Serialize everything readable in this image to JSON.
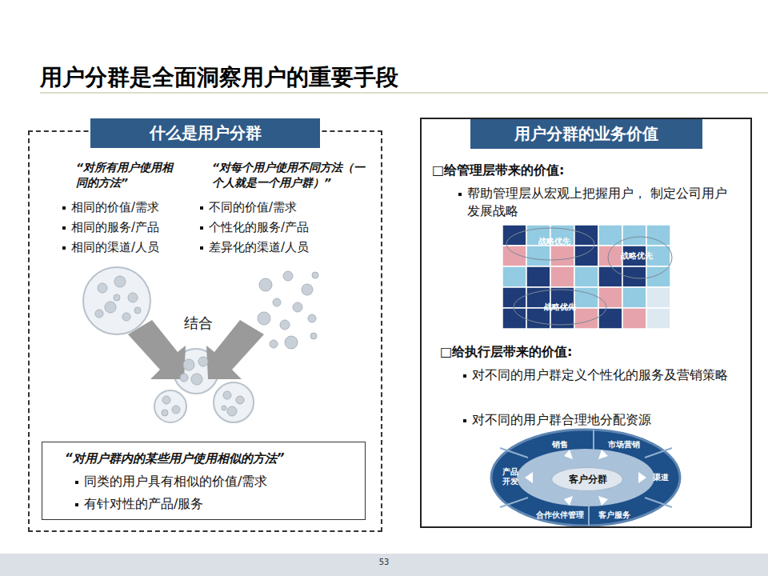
{
  "diagram": {
    "title": "用户分群是全面洞察用户的重要手段",
    "nodes": [
      {
        "text": [
          "什么是用户分群",
          "“对所有用户使用相同的方法”",
          "相同的价值/需求",
          "相同的服务/产品",
          "相同的渠道/人员",
          "“对每个用户使用不同方法（一个人就是一个用户群）”",
          "不同的价值/需求",
          "个性化的服务/产品",
          "差异化的渠道/人员"
        ]
      },
      {
        "text": [
          "“对用户群内的某些用户使用相似的方法”",
          "同类的用户具有相似的价值/需求",
          "有针对性的产品/服务"
        ],
        "in": 0
      },
      {
        "text": [
          "用户分群的业务价值",
          "□给管理层带来的价值:",
          "帮助管理层从宏观上把握用户， 制定公司用户发展战略",
          "□给执行层带来的价值:",
          "对不同的用户群定义个性化的服务及营销策略",
          "对不同的用户群合理地分配资源"
        ]
      },
      {
        "text": [
          "客户分群"
        ],
        "in": 2
      }
    ],
    "labels": [
      "结合",
      "战略优先",
      "战略优先",
      "战略优先",
      "销售",
      "市场营销",
      "渠道",
      "客户服务",
      "合作伙伴管理",
      "产品开发",
      "53"
    ]
  }
}
